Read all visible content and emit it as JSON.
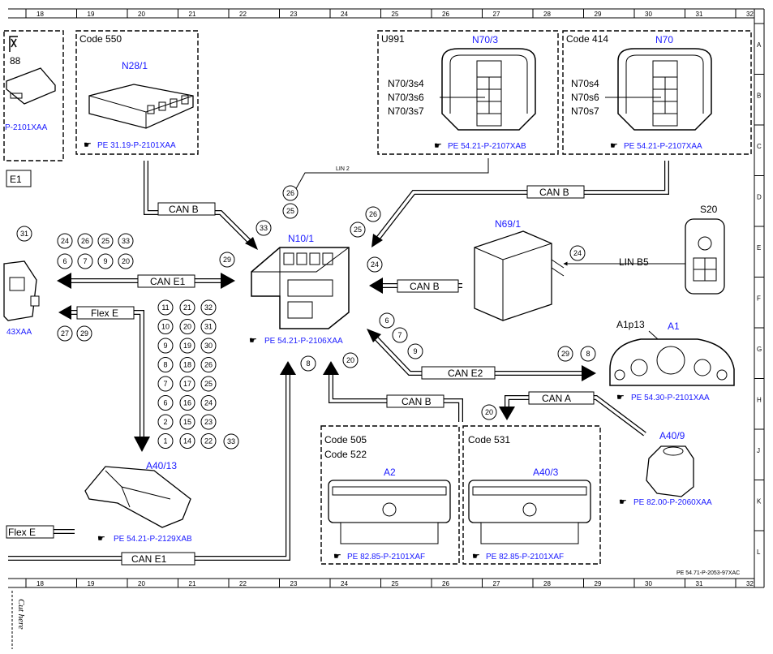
{
  "grid": {
    "columns": [
      "18",
      "19",
      "20",
      "21",
      "22",
      "23",
      "24",
      "25",
      "26",
      "27",
      "28",
      "29",
      "30",
      "31",
      "32"
    ],
    "rows": [
      "A",
      "B",
      "C",
      "D",
      "E",
      "F",
      "G",
      "H",
      "J",
      "K",
      "L"
    ]
  },
  "boxes": {
    "left_partial": {
      "label": "88",
      "ref": "P-2101XAA"
    },
    "code550": {
      "code": "Code 550",
      "name": "N28/1",
      "ref": "PE 31.19-P-2101XAA"
    },
    "u991": {
      "code": "U991",
      "name": "N70/3",
      "switches": [
        "N70/3s4",
        "N70/3s6",
        "N70/3s7"
      ],
      "ref": "PE 54.21-P-2107XAB"
    },
    "code414": {
      "code": "Code 414",
      "name": "N70",
      "switches": [
        "N70s4",
        "N70s6",
        "N70s7"
      ],
      "ref": "PE 54.21-P-2107XAA"
    },
    "code505": {
      "code1": "Code 505",
      "code2": "Code 522",
      "name": "A2",
      "ref": "PE 82.85-P-2101XAF"
    },
    "code531": {
      "code": "Code 531",
      "name": "A40/3",
      "ref": "PE 82.85-P-2101XAF"
    }
  },
  "components": {
    "n10": {
      "name": "N10/1",
      "ref": "PE 54.21-P-2106XAA"
    },
    "n69": {
      "name": "N69/1"
    },
    "s20": {
      "name": "S20"
    },
    "a1": {
      "name": "A1",
      "sub": "A1p13",
      "ref": "PE 54.30-P-2101XAA"
    },
    "a40_9": {
      "name": "A40/9",
      "ref": "PE 82.00-P-2060XAA"
    },
    "a40_13": {
      "name": "A40/13",
      "ref": "PE 54.21-P-2129XAB"
    },
    "left_module": {
      "ref": "43XAA"
    }
  },
  "buses": {
    "can_b_top_left": "CAN B",
    "lin2": "LIN 2",
    "can_b_top_right": "CAN B",
    "lin_b5": "LIN B5",
    "can_e1_left": "CAN E1",
    "can_b_n69": "CAN B",
    "flex_e": "Flex E",
    "can_e2": "CAN E2",
    "can_b_bottom": "CAN B",
    "can_a": "CAN A",
    "can_e1_bottom": "CAN E1",
    "flex_e_bottom": "Flex E",
    "e1_left": "E1"
  },
  "circles": {
    "lin2_pins": [
      "26",
      "25"
    ],
    "n10_33": "33",
    "can_b_pins": [
      "26",
      "25"
    ],
    "n10_24": "24",
    "n69_24": "24",
    "left_31": "31",
    "grid_row1": [
      "24",
      "26",
      "25",
      "33"
    ],
    "grid_row2": [
      "6",
      "7",
      "9",
      "20"
    ],
    "can_e1_29": "29",
    "left_27_29": [
      "27",
      "29"
    ],
    "pin_col1": [
      "11",
      "10",
      "9",
      "8",
      "7",
      "6",
      "2",
      "1"
    ],
    "pin_col2": [
      "21",
      "20",
      "19",
      "18",
      "17",
      "16",
      "15",
      "14"
    ],
    "pin_col3": [
      "32",
      "31",
      "30",
      "26",
      "25",
      "24",
      "23",
      "22"
    ],
    "pin_33": "33",
    "e2_pins": [
      "6",
      "7",
      "9"
    ],
    "a1_pins": [
      "29",
      "8"
    ],
    "bottom_8": "8",
    "bottom_20": "20",
    "can_a_20": "20"
  },
  "footer": {
    "doc_ref": "PE 54.71-P-2053-97XAC",
    "cut_here": "Cut here"
  }
}
